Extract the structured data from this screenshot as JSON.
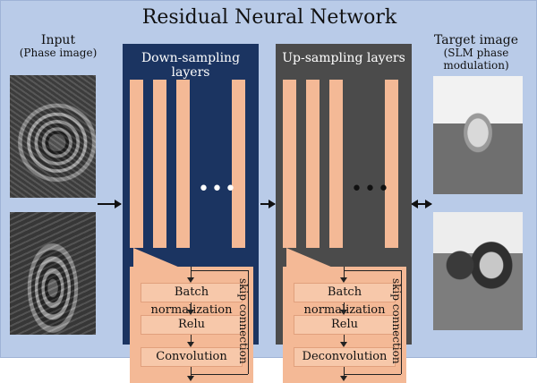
{
  "title": "Residual Neural Network",
  "input": {
    "label": "Input",
    "sublabel": "(Phase image)"
  },
  "target": {
    "label": "Target image",
    "sublabel": "(SLM  phase modulation)"
  },
  "down_panel": {
    "title": "Down-sampling layers",
    "dots": "•••",
    "boxes": [
      "Batch normalization",
      "Relu",
      "Convolution"
    ],
    "skip_label": "skip connection"
  },
  "up_panel": {
    "title": "Up-sampling layers",
    "dots": "•••",
    "boxes": [
      "Batch normalization",
      "Relu",
      "Deconvolution"
    ],
    "skip_label": "skip connection"
  },
  "colors": {
    "background": "#b9cbe8",
    "down_panel": "#1b3461",
    "up_panel": "#4b4b4b",
    "layer_bar": "#f4b996",
    "block_fill": "#f7c8aa"
  }
}
